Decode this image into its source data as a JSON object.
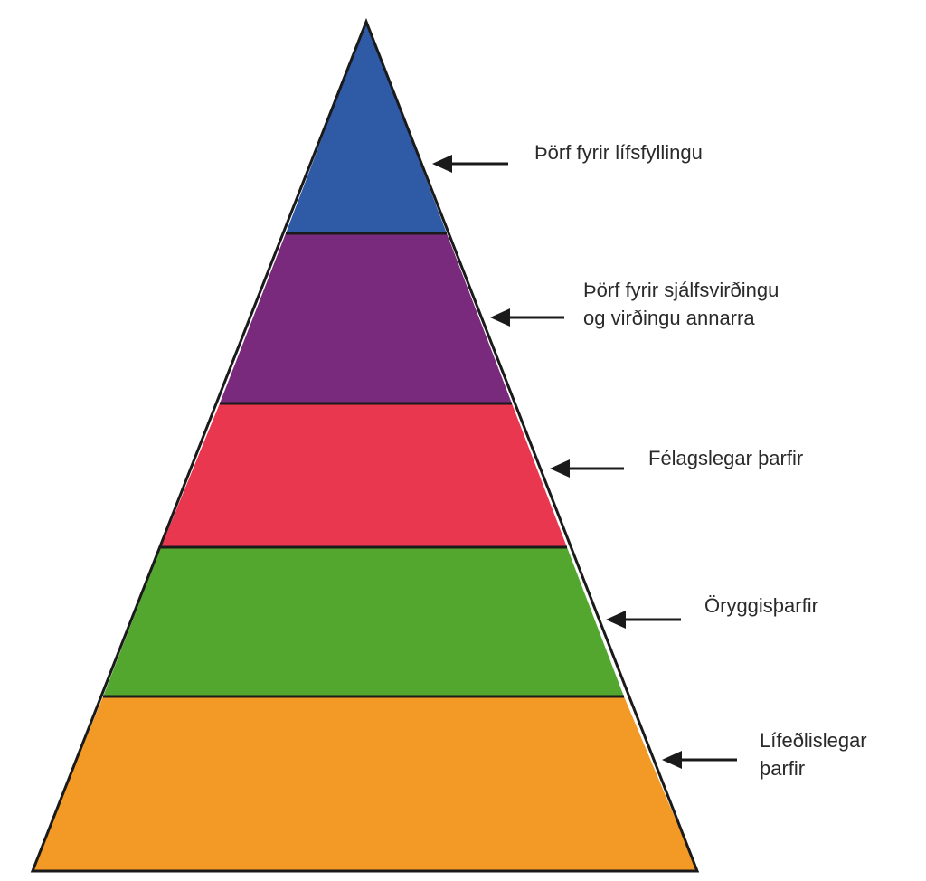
{
  "pyramid": {
    "levels": [
      {
        "lines": [
          "Þörf fyrir lífsfyllingu"
        ],
        "color": "#2f5aa6"
      },
      {
        "lines": [
          "Þörf fyrir sjálfsvirðingu",
          "og virðingu annarra"
        ],
        "color": "#7a2a7c"
      },
      {
        "lines": [
          "Félagslegar þarfir"
        ],
        "color": "#e8374f"
      },
      {
        "lines": [
          "Öryggisþarfir"
        ],
        "color": "#54a72e"
      },
      {
        "lines": [
          "Lífeðlislegar",
          "þarfir"
        ],
        "color": "#f29a25"
      }
    ],
    "outline_color": "#1a1a1a"
  }
}
